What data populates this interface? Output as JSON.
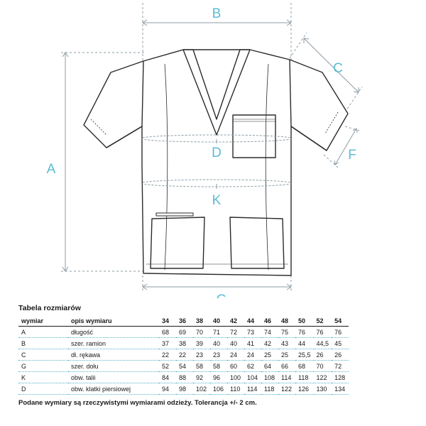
{
  "diagram": {
    "labels": {
      "A": "A",
      "B": "B",
      "C": "C",
      "D": "D",
      "F": "F",
      "K": "K",
      "G": "G"
    },
    "colors": {
      "measure": "#5bbcd2",
      "garment": "#2b2b2b",
      "guide": "#8c9ca6"
    }
  },
  "table": {
    "title": "Tabela rozmiarów",
    "header": {
      "code": "wymiar",
      "desc": "opis wymiaru",
      "sizes": [
        "34",
        "36",
        "38",
        "40",
        "42",
        "44",
        "46",
        "48",
        "50",
        "52",
        "54"
      ]
    },
    "rows": [
      {
        "code": "A",
        "desc": "długość",
        "values": [
          "68",
          "69",
          "70",
          "71",
          "72",
          "73",
          "74",
          "75",
          "76",
          "76",
          "76"
        ]
      },
      {
        "code": "B",
        "desc": "szer. ramion",
        "values": [
          "37",
          "38",
          "39",
          "40",
          "40",
          "41",
          "42",
          "43",
          "44",
          "44,5",
          "45"
        ]
      },
      {
        "code": "C",
        "desc": "dł. rękawa",
        "values": [
          "22",
          "22",
          "23",
          "23",
          "24",
          "24",
          "25",
          "25",
          "25,5",
          "26",
          "26"
        ]
      },
      {
        "code": "G",
        "desc": "szer. dołu",
        "values": [
          "52",
          "54",
          "58",
          "58",
          "60",
          "62",
          "64",
          "66",
          "68",
          "70",
          "72"
        ]
      },
      {
        "code": "K",
        "desc": "obw. talii",
        "values": [
          "84",
          "88",
          "92",
          "96",
          "100",
          "104",
          "108",
          "114",
          "118",
          "122",
          "128"
        ]
      },
      {
        "code": "D",
        "desc": "obw. klatki piersiowej",
        "values": [
          "94",
          "98",
          "102",
          "106",
          "110",
          "114",
          "118",
          "122",
          "126",
          "130",
          "134"
        ]
      }
    ]
  },
  "note": "Podane wymiary są rzeczywistymi wymiarami odzieży. Tolerancja +/- 2 cm."
}
